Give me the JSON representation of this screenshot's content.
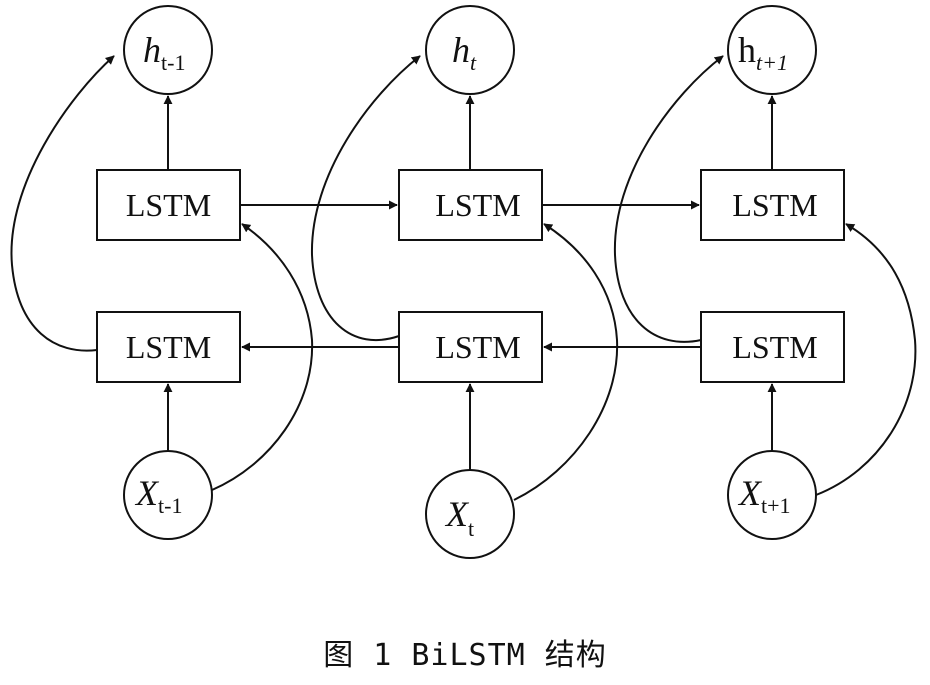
{
  "diagram": {
    "caption": "图 1  BiLSTM 结构",
    "lstm_label": "LSTM",
    "columns": [
      {
        "output": {
          "base": "h",
          "sub": "t-1"
        },
        "input": {
          "base": "X",
          "sub": "t-1"
        }
      },
      {
        "output": {
          "base": "h",
          "sub": "t"
        },
        "input": {
          "base": "X",
          "sub": "t"
        }
      },
      {
        "output": {
          "base": "h",
          "sub": "t+1"
        },
        "input": {
          "base": "X",
          "sub": "t+1"
        }
      }
    ]
  }
}
